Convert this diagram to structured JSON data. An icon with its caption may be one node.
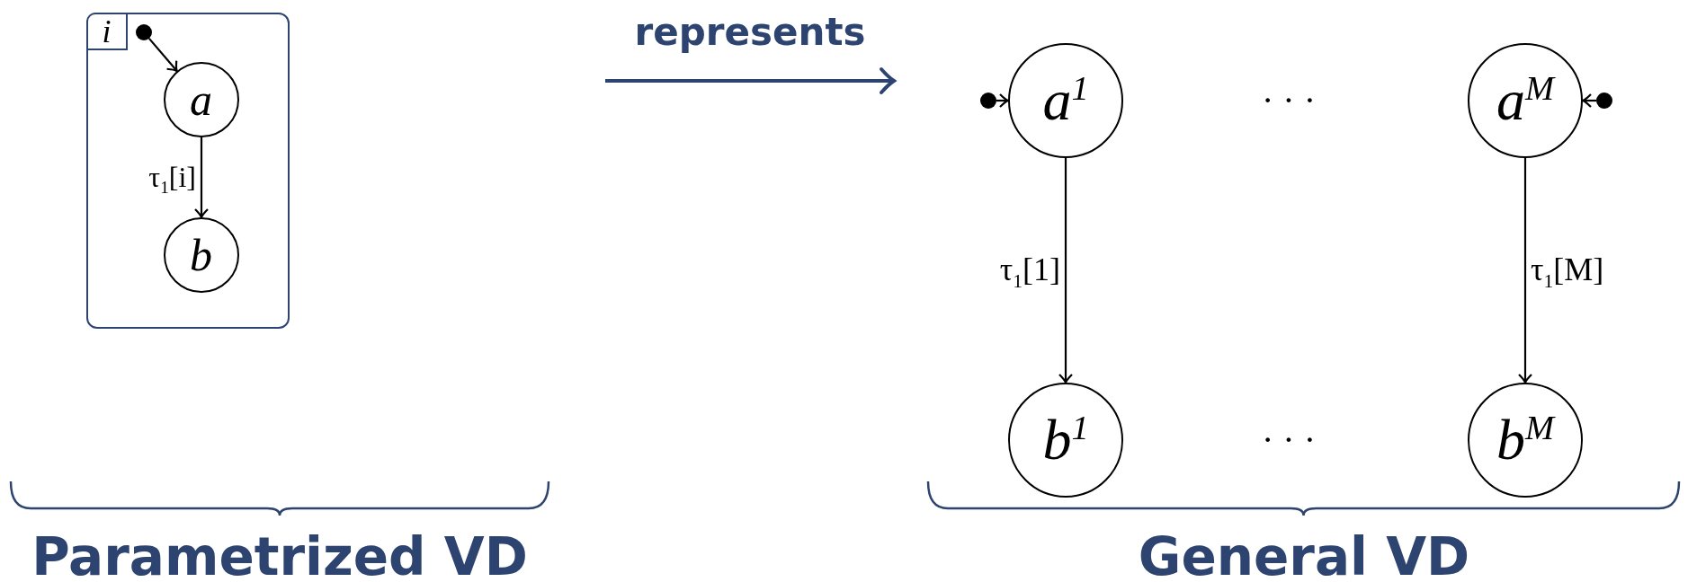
{
  "diagram": {
    "nodes": [
      {
        "text": [],
        "shape": "box"
      },
      {
        "text": [
          "i"
        ],
        "in": 0
      },
      {
        "text": [],
        "shape": "circle",
        "in": 0
      },
      {
        "text": [
          "a"
        ],
        "in": 0
      },
      {
        "text": [
          "b"
        ],
        "in": 0
      },
      {
        "text": [],
        "shape": "circle"
      },
      {
        "text": [
          "a$^{1}$"
        ]
      },
      {
        "text": [
          "a$^{M}$"
        ]
      },
      {
        "text": [],
        "shape": "circle"
      },
      {
        "text": [
          "b$^{1}$"
        ]
      },
      {
        "text": [
          "b$^{M}$"
        ]
      }
    ],
    "edges": [
      {
        "from": 2,
        "to": 3,
        "arrow": "to"
      },
      {
        "from": 3,
        "to": 4,
        "arrow": "to",
        "label": "τ$_{1}$[i]"
      },
      {
        "from": 5,
        "to": 6,
        "arrow": "to"
      },
      {
        "from": 8,
        "to": 7,
        "arrow": "to"
      },
      {
        "from": 6,
        "to": 9,
        "arrow": "to",
        "label": "τ$_{1}$[1]"
      },
      {
        "from": 7,
        "to": 10,
        "arrow": "to",
        "label": "τ$_{1}$[M]"
      }
    ],
    "labels": [
      "represents",
      "· · ·",
      "· · ·",
      "Parametrized VD",
      "General VD"
    ]
  }
}
